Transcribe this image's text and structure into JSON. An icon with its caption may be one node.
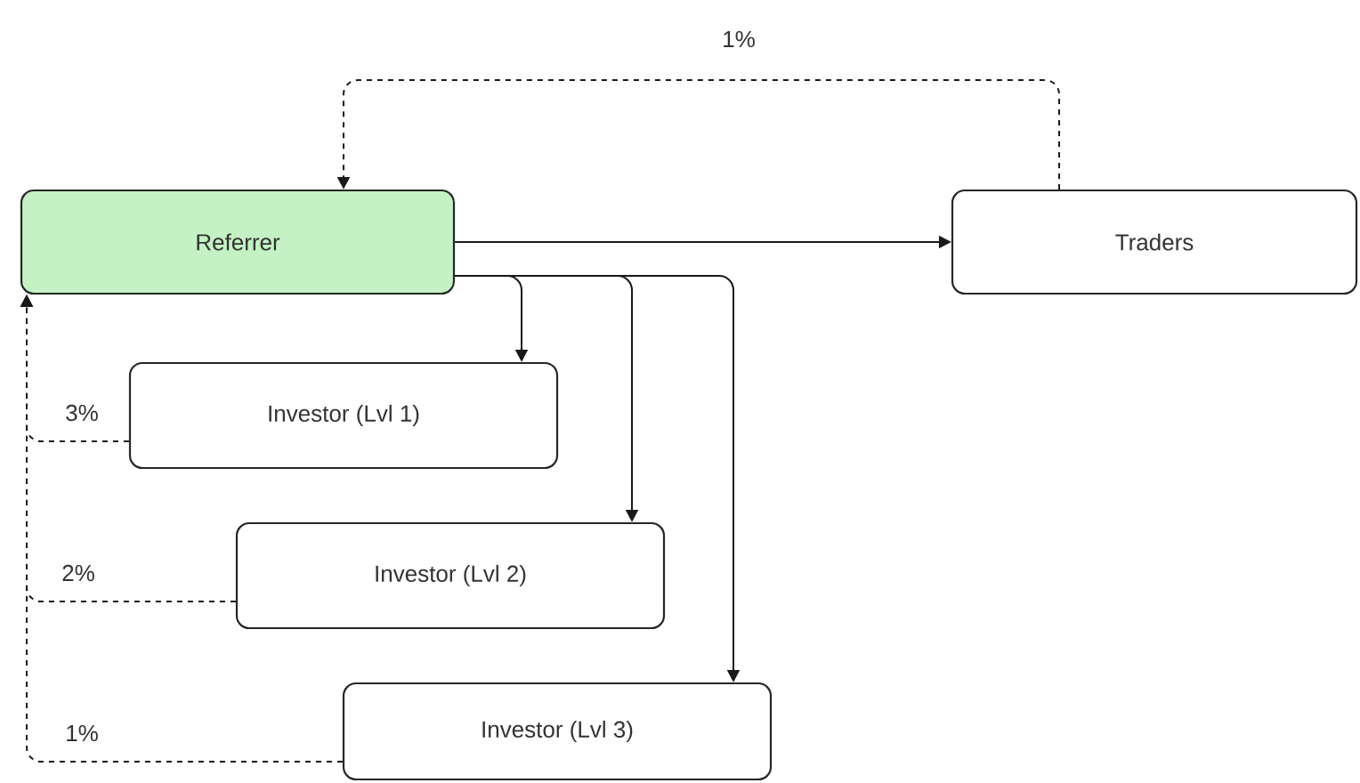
{
  "diagram": {
    "nodes": [
      {
        "text": [
          "Referrer"
        ]
      },
      {
        "text": [
          "Traders"
        ]
      },
      {
        "text": [
          "Investor (Lvl 1)"
        ]
      },
      {
        "text": [
          "Investor (Lvl 2)"
        ]
      },
      {
        "text": [
          "Investor (Lvl 3)"
        ]
      }
    ],
    "edges": [
      {
        "from": 0,
        "to": 1,
        "arrow": "to"
      },
      {
        "from": 0,
        "to": 2,
        "arrow": "to"
      },
      {
        "from": 0,
        "to": 3,
        "arrow": "to"
      },
      {
        "from": 0,
        "to": 4,
        "arrow": "to"
      },
      {
        "from": 1,
        "to": 0,
        "arrow": "to",
        "label": "1%",
        "style": "dashed"
      },
      {
        "from": 2,
        "to": 0,
        "arrow": "to",
        "label": "3%",
        "style": "dashed"
      },
      {
        "from": 3,
        "to": 0,
        "arrow": "to",
        "label": "2%",
        "style": "dashed"
      },
      {
        "from": 4,
        "to": 0,
        "arrow": "to",
        "label": "1%",
        "style": "dashed"
      }
    ]
  }
}
